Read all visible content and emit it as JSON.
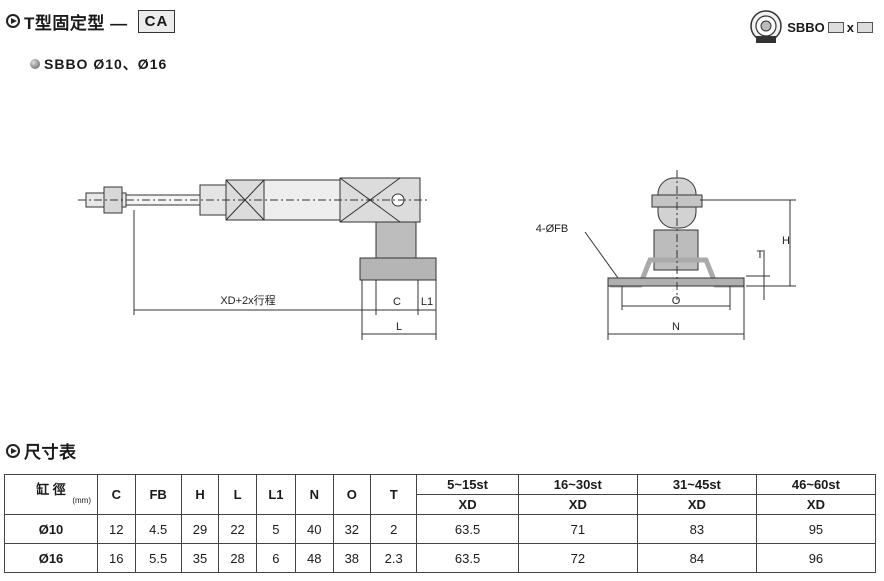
{
  "header": {
    "title": "T型固定型 —",
    "code": "CA"
  },
  "subtitle": "SBBO  Ø10、Ø16",
  "order_code": {
    "prefix": "SBBO",
    "sep": "x"
  },
  "drawing": {
    "labels": {
      "stroke_dim": "XD+2x行程",
      "c": "C",
      "l1": "L1",
      "l": "L",
      "fb": "4-ØFB",
      "o": "O",
      "n": "N",
      "t": "T",
      "h": "H"
    }
  },
  "section2": {
    "title": "尺寸表"
  },
  "table": {
    "bore_label": "缸 徑",
    "bore_unit": "(mm)",
    "columns": [
      "C",
      "FB",
      "H",
      "L",
      "L1",
      "N",
      "O",
      "T"
    ],
    "stroke_ranges": [
      "5~15st",
      "16~30st",
      "31~45st",
      "46~60st"
    ],
    "xd_label": "XD",
    "rows": [
      {
        "bore": "Ø10",
        "values": [
          "12",
          "4.5",
          "29",
          "22",
          "5",
          "40",
          "32",
          "2"
        ],
        "xd": [
          "63.5",
          "71",
          "83",
          "95"
        ]
      },
      {
        "bore": "Ø16",
        "values": [
          "16",
          "5.5",
          "35",
          "28",
          "6",
          "48",
          "38",
          "2.3"
        ],
        "xd": [
          "63.5",
          "72",
          "84",
          "96"
        ]
      }
    ]
  }
}
